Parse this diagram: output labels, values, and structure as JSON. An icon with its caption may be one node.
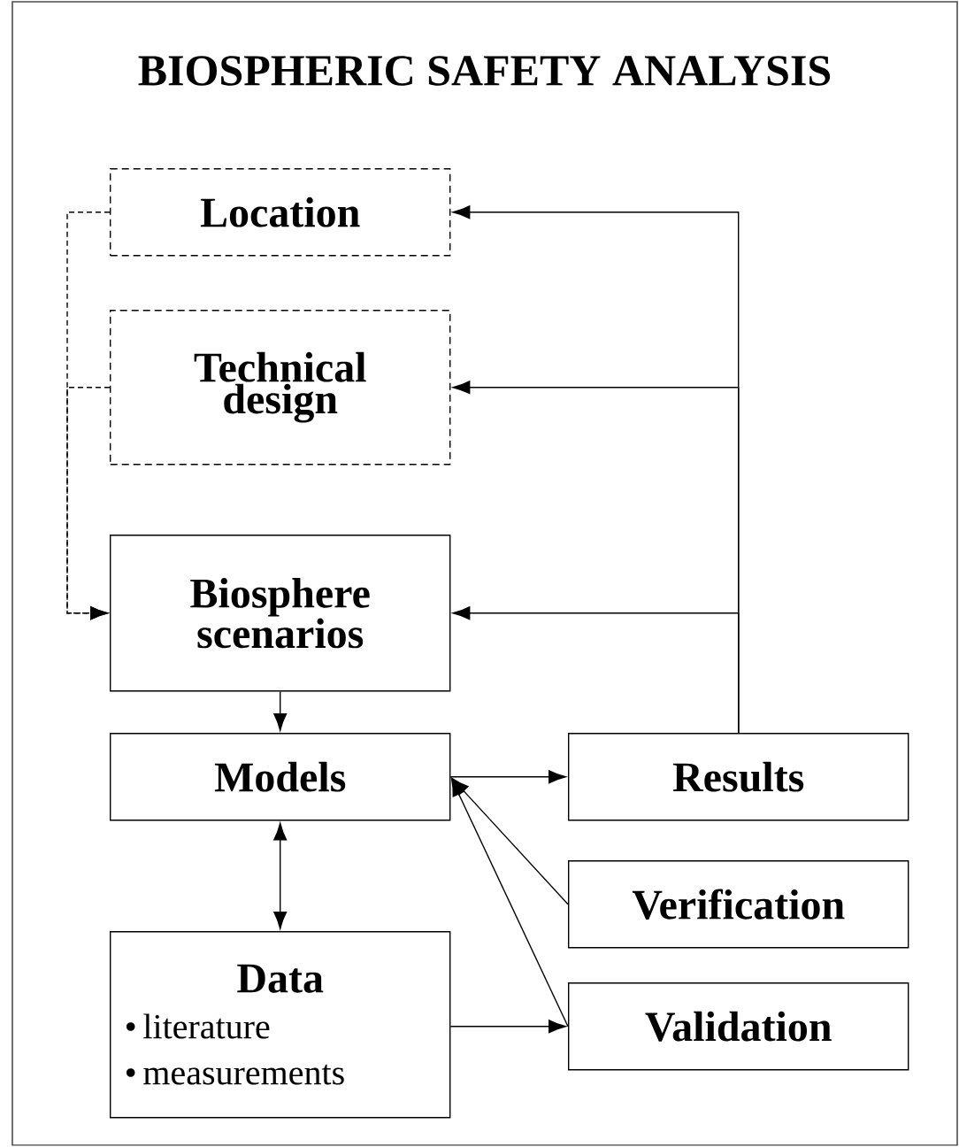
{
  "diagram": {
    "title": "BIOSPHERIC SAFETY ANALYSIS",
    "nodes": [
      {
        "text": [
          "Location"
        ]
      },
      {
        "text": [
          "Technical design"
        ]
      },
      {
        "text": [
          "Biosphere scenarios"
        ]
      },
      {
        "text": [
          "Models"
        ]
      },
      {
        "text": [
          "Results"
        ]
      },
      {
        "text": [
          "Verification"
        ]
      },
      {
        "text": [
          "Validation"
        ]
      },
      {
        "text": [
          "Data",
          "• literature",
          "• measurements"
        ]
      }
    ],
    "edges": [
      {
        "from": 0,
        "to": 2,
        "arrow": "to",
        "style": "dashed"
      },
      {
        "from": 1,
        "to": 2,
        "arrow": "to",
        "style": "dashed"
      },
      {
        "from": 4,
        "to": 0,
        "arrow": "to"
      },
      {
        "from": 4,
        "to": 1,
        "arrow": "to"
      },
      {
        "from": 4,
        "to": 2,
        "arrow": "to"
      },
      {
        "from": 2,
        "to": 3,
        "arrow": "to"
      },
      {
        "from": 3,
        "to": 7,
        "arrow": "both"
      },
      {
        "from": 3,
        "to": 4,
        "arrow": "to"
      },
      {
        "from": 5,
        "to": 3,
        "arrow": "to"
      },
      {
        "from": 6,
        "to": 3,
        "arrow": "to"
      },
      {
        "from": 7,
        "to": 6,
        "arrow": "to"
      }
    ]
  }
}
